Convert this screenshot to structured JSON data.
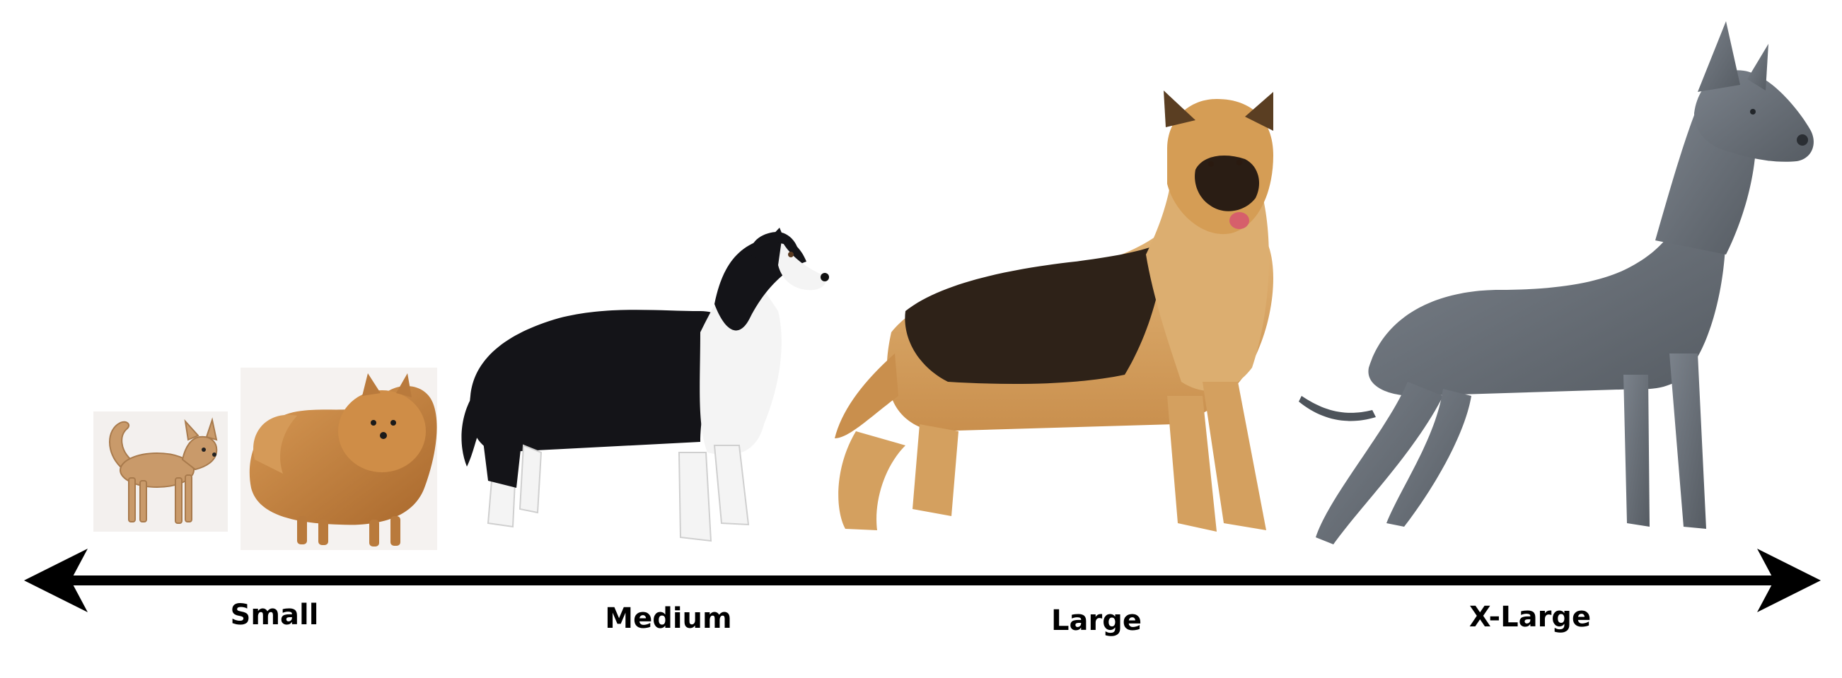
{
  "labels": {
    "small": "Small",
    "medium": "Medium",
    "large": "Large",
    "xlarge": "X-Large"
  },
  "dogs": [
    {
      "name": "chihuahua",
      "size_category": "Small"
    },
    {
      "name": "pomeranian",
      "size_category": "Small"
    },
    {
      "name": "border-collie",
      "size_category": "Medium"
    },
    {
      "name": "german-shepherd",
      "size_category": "Large"
    },
    {
      "name": "great-dane",
      "size_category": "X-Large"
    }
  ],
  "colors": {
    "chihuahua_coat": "#c99a6a",
    "pomeranian_coat": "#c7853f",
    "collie_black": "#141418",
    "collie_white": "#f4f4f4",
    "shepherd_tan": "#d9a866",
    "shepherd_saddle": "#2e2218",
    "dane_gray": "#6d747c",
    "arrow": "#000000"
  }
}
